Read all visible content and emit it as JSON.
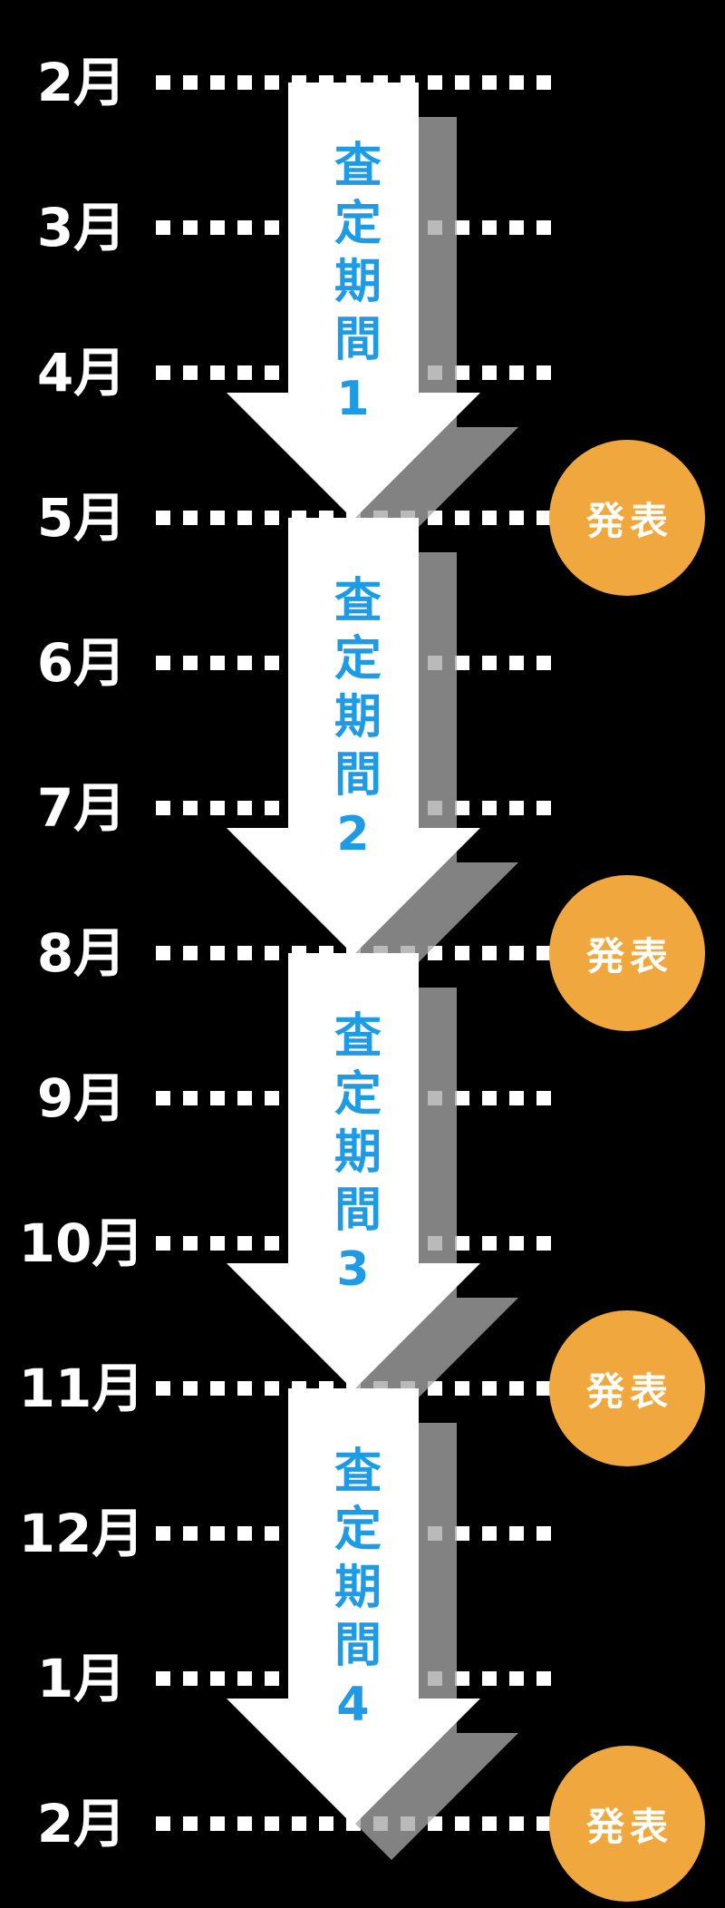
{
  "diagram": {
    "title_semantic": "assessment-period-timeline",
    "months": [
      "2月",
      "3月",
      "4月",
      "5月",
      "6月",
      "7月",
      "8月",
      "9月",
      "10月",
      "11月",
      "12月",
      "1月",
      "2月"
    ],
    "periods": [
      {
        "label": "査定期間1"
      },
      {
        "label": "査定期間2"
      },
      {
        "label": "査定期間3"
      },
      {
        "label": "査定期間4"
      }
    ],
    "announcements": [
      {
        "label": "発表",
        "month": "5月"
      },
      {
        "label": "発表",
        "month": "8月"
      },
      {
        "label": "発表",
        "month": "11月"
      },
      {
        "label": "発表",
        "month": "2月"
      }
    ],
    "colors": {
      "background": "#000000",
      "month_text": "#FFFFFF",
      "dotted_line": "#FFFFFF",
      "arrow_fill": "#FFFFFF",
      "arrow_shadow": "#A6A6A6",
      "period_text": "#1E9BE4",
      "announcement_fill": "#F0A73E",
      "announcement_text": "#FFFFFF"
    }
  }
}
